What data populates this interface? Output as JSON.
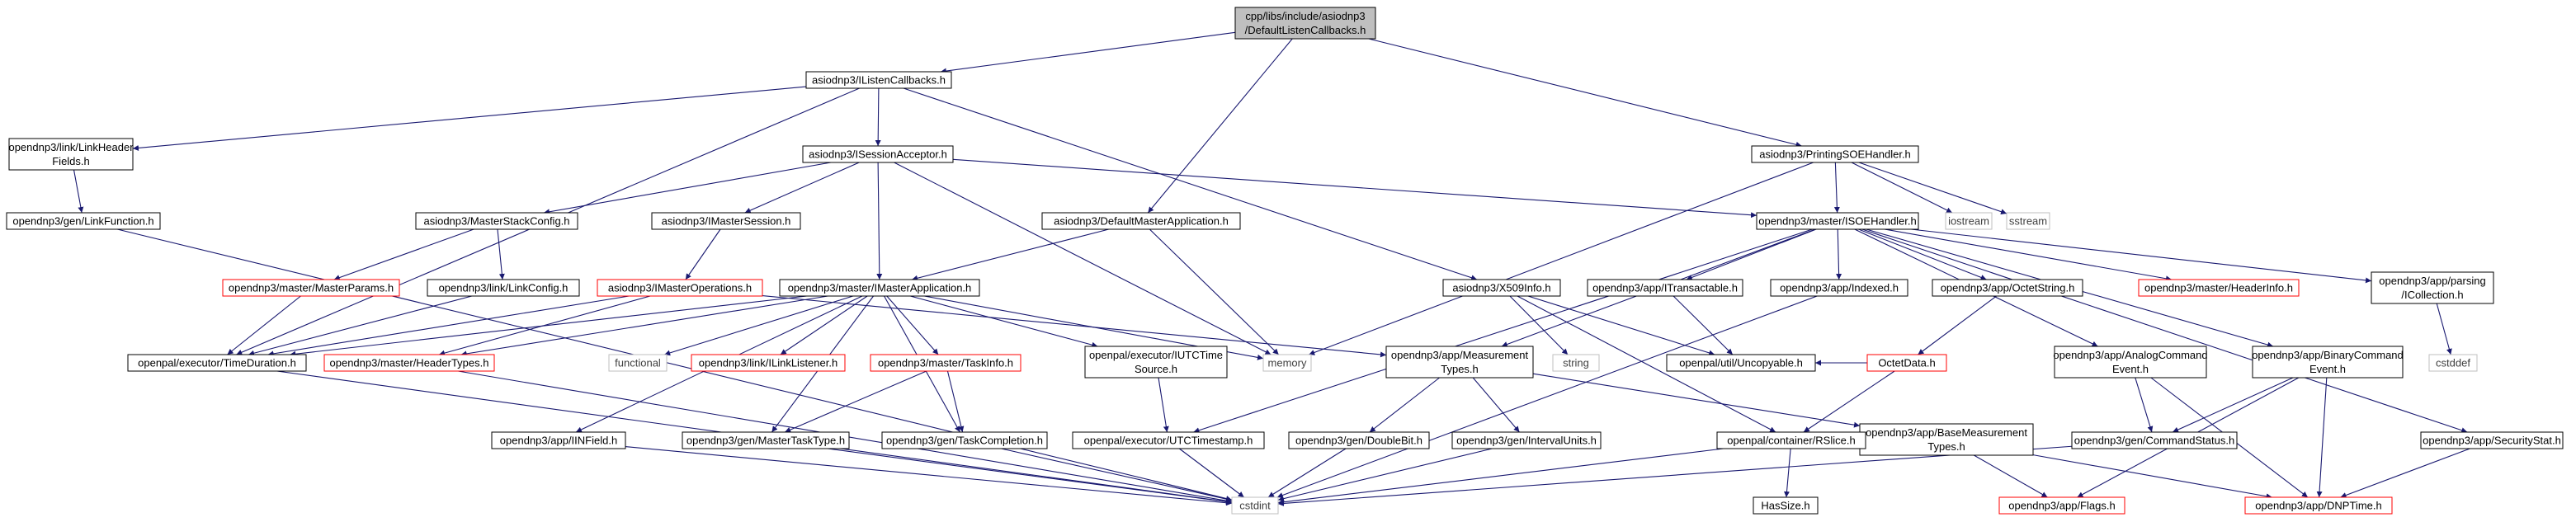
{
  "colors": {
    "background": "#ffffff",
    "edge": "#191970",
    "node_fill": "#ffffff",
    "root_fill": "#bfbfbf",
    "border_normal": "#000000",
    "border_missing": "#ff0000",
    "border_external": "#bfbfbf",
    "text_normal": "#000000",
    "text_external": "#404040"
  },
  "nodes": [
    {
      "id": "root",
      "lines": [
        "cpp/libs/include/asiodnp3",
        "/DefaultListenCallbacks.h"
      ],
      "style": "root"
    },
    {
      "id": "ilisten",
      "lines": [
        "asiodnp3/IListenCallbacks.h"
      ],
      "style": "normal"
    },
    {
      "id": "linkheader",
      "lines": [
        "opendnp3/link/LinkHeader",
        "Fields.h"
      ],
      "style": "normal"
    },
    {
      "id": "isession",
      "lines": [
        "asiodnp3/ISessionAcceptor.h"
      ],
      "style": "normal"
    },
    {
      "id": "printsoe",
      "lines": [
        "asiodnp3/PrintingSOEHandler.h"
      ],
      "style": "normal"
    },
    {
      "id": "linkfunc",
      "lines": [
        "opendnp3/gen/LinkFunction.h"
      ],
      "style": "normal"
    },
    {
      "id": "masterstack",
      "lines": [
        "asiodnp3/MasterStackConfig.h"
      ],
      "style": "normal"
    },
    {
      "id": "imastersession",
      "lines": [
        "asiodnp3/IMasterSession.h"
      ],
      "style": "normal"
    },
    {
      "id": "defmasterapp",
      "lines": [
        "asiodnp3/DefaultMasterApplication.h"
      ],
      "style": "normal"
    },
    {
      "id": "isoe",
      "lines": [
        "opendnp3/master/ISOEHandler.h"
      ],
      "style": "normal"
    },
    {
      "id": "iostream",
      "lines": [
        "iostream"
      ],
      "style": "external"
    },
    {
      "id": "sstream",
      "lines": [
        "sstream"
      ],
      "style": "external"
    },
    {
      "id": "masterparams",
      "lines": [
        "opendnp3/master/MasterParams.h"
      ],
      "style": "missing"
    },
    {
      "id": "linkconfig",
      "lines": [
        "opendnp3/link/LinkConfig.h"
      ],
      "style": "normal"
    },
    {
      "id": "imasterops",
      "lines": [
        "asiodnp3/IMasterOperations.h"
      ],
      "style": "missing"
    },
    {
      "id": "imasterapp",
      "lines": [
        "opendnp3/master/IMasterApplication.h"
      ],
      "style": "normal"
    },
    {
      "id": "x509",
      "lines": [
        "asiodnp3/X509Info.h"
      ],
      "style": "normal"
    },
    {
      "id": "itransact",
      "lines": [
        "opendnp3/app/ITransactable.h"
      ],
      "style": "normal"
    },
    {
      "id": "indexed",
      "lines": [
        "opendnp3/app/Indexed.h"
      ],
      "style": "normal"
    },
    {
      "id": "octetstring",
      "lines": [
        "opendnp3/app/OctetString.h"
      ],
      "style": "normal"
    },
    {
      "id": "headerinfo",
      "lines": [
        "opendnp3/master/HeaderInfo.h"
      ],
      "style": "missing"
    },
    {
      "id": "icollection",
      "lines": [
        "opendnp3/app/parsing",
        "/ICollection.h"
      ],
      "style": "normal"
    },
    {
      "id": "timeduration",
      "lines": [
        "openpal/executor/TimeDuration.h"
      ],
      "style": "normal"
    },
    {
      "id": "headertypes",
      "lines": [
        "opendnp3/master/HeaderTypes.h"
      ],
      "style": "missing"
    },
    {
      "id": "functional",
      "lines": [
        "functional"
      ],
      "style": "external"
    },
    {
      "id": "ilinklistener",
      "lines": [
        "opendnp3/link/ILinkListener.h"
      ],
      "style": "missing"
    },
    {
      "id": "taskinfo",
      "lines": [
        "opendnp3/master/TaskInfo.h"
      ],
      "style": "missing"
    },
    {
      "id": "iutctime",
      "lines": [
        "openpal/executor/IUTCTime",
        "Source.h"
      ],
      "style": "normal"
    },
    {
      "id": "memory",
      "lines": [
        "memory"
      ],
      "style": "external"
    },
    {
      "id": "measurement",
      "lines": [
        "opendnp3/app/Measurement",
        "Types.h"
      ],
      "style": "normal"
    },
    {
      "id": "string",
      "lines": [
        "string"
      ],
      "style": "external"
    },
    {
      "id": "uncopyable",
      "lines": [
        "openpal/util/Uncopyable.h"
      ],
      "style": "normal"
    },
    {
      "id": "octetdata",
      "lines": [
        "OctetData.h"
      ],
      "style": "missing"
    },
    {
      "id": "analogcmd",
      "lines": [
        "opendnp3/app/AnalogCommand",
        "Event.h"
      ],
      "style": "normal"
    },
    {
      "id": "binarycmd",
      "lines": [
        "opendnp3/app/BinaryCommand",
        "Event.h"
      ],
      "style": "normal"
    },
    {
      "id": "cstddef",
      "lines": [
        "cstddef"
      ],
      "style": "external"
    },
    {
      "id": "iinfield",
      "lines": [
        "opendnp3/app/IINField.h"
      ],
      "style": "normal"
    },
    {
      "id": "mastertasktype",
      "lines": [
        "opendnp3/gen/MasterTaskType.h"
      ],
      "style": "normal"
    },
    {
      "id": "taskcompletion",
      "lines": [
        "opendnp3/gen/TaskCompletion.h"
      ],
      "style": "normal"
    },
    {
      "id": "utctimestamp",
      "lines": [
        "openpal/executor/UTCTimestamp.h"
      ],
      "style": "normal"
    },
    {
      "id": "doublebit",
      "lines": [
        "opendnp3/gen/DoubleBit.h"
      ],
      "style": "normal"
    },
    {
      "id": "intervalunits",
      "lines": [
        "opendnp3/gen/IntervalUnits.h"
      ],
      "style": "normal"
    },
    {
      "id": "basemeasurement",
      "lines": [
        "opendnp3/app/BaseMeasurement",
        "Types.h"
      ],
      "style": "normal"
    },
    {
      "id": "rslice",
      "lines": [
        "openpal/container/RSlice.h"
      ],
      "style": "normal"
    },
    {
      "id": "commandstatus",
      "lines": [
        "opendnp3/gen/CommandStatus.h"
      ],
      "style": "normal"
    },
    {
      "id": "securitystat",
      "lines": [
        "opendnp3/app/SecurityStat.h"
      ],
      "style": "normal"
    },
    {
      "id": "cstdint",
      "lines": [
        "cstdint"
      ],
      "style": "external"
    },
    {
      "id": "flags",
      "lines": [
        "opendnp3/app/Flags.h"
      ],
      "style": "missing"
    },
    {
      "id": "dnptime",
      "lines": [
        "opendnp3/app/DNPTime.h"
      ],
      "style": "missing"
    },
    {
      "id": "hassize",
      "lines": [
        "HasSize.h"
      ],
      "style": "normal"
    }
  ],
  "edges": [
    [
      "root",
      "ilisten"
    ],
    [
      "root",
      "defmasterapp"
    ],
    [
      "root",
      "printsoe"
    ],
    [
      "ilisten",
      "linkheader"
    ],
    [
      "ilisten",
      "isession"
    ],
    [
      "ilisten",
      "x509"
    ],
    [
      "ilisten",
      "timeduration"
    ],
    [
      "linkheader",
      "linkfunc"
    ],
    [
      "linkfunc",
      "cstdint"
    ],
    [
      "isession",
      "masterstack"
    ],
    [
      "isession",
      "imastersession"
    ],
    [
      "isession",
      "imasterapp"
    ],
    [
      "isession",
      "memory"
    ],
    [
      "isession",
      "isoe"
    ],
    [
      "masterstack",
      "masterparams"
    ],
    [
      "masterstack",
      "linkconfig"
    ],
    [
      "masterparams",
      "timeduration"
    ],
    [
      "linkconfig",
      "timeduration"
    ],
    [
      "imastersession",
      "imasterops"
    ],
    [
      "imasterops",
      "timeduration"
    ],
    [
      "imasterops",
      "headertypes"
    ],
    [
      "imasterops",
      "measurement"
    ],
    [
      "defmasterapp",
      "imasterapp"
    ],
    [
      "defmasterapp",
      "memory"
    ],
    [
      "imasterapp",
      "timeduration"
    ],
    [
      "imasterapp",
      "headertypes"
    ],
    [
      "imasterapp",
      "functional"
    ],
    [
      "imasterapp",
      "ilinklistener"
    ],
    [
      "imasterapp",
      "taskinfo"
    ],
    [
      "imasterapp",
      "iutctime"
    ],
    [
      "imasterapp",
      "memory"
    ],
    [
      "imasterapp",
      "iinfield"
    ],
    [
      "imasterapp",
      "mastertasktype"
    ],
    [
      "imasterapp",
      "taskcompletion"
    ],
    [
      "printsoe",
      "isoe"
    ],
    [
      "printsoe",
      "iostream"
    ],
    [
      "printsoe",
      "sstream"
    ],
    [
      "printsoe",
      "memory"
    ],
    [
      "isoe",
      "itransact"
    ],
    [
      "isoe",
      "indexed"
    ],
    [
      "isoe",
      "octetstring"
    ],
    [
      "isoe",
      "headerinfo"
    ],
    [
      "isoe",
      "icollection"
    ],
    [
      "isoe",
      "measurement"
    ],
    [
      "isoe",
      "analogcmd"
    ],
    [
      "isoe",
      "binarycmd"
    ],
    [
      "isoe",
      "securitystat"
    ],
    [
      "isoe",
      "utctimestamp"
    ],
    [
      "x509",
      "string"
    ],
    [
      "x509",
      "uncopyable"
    ],
    [
      "x509",
      "rslice"
    ],
    [
      "itransact",
      "uncopyable"
    ],
    [
      "indexed",
      "cstdint"
    ],
    [
      "octetstring",
      "octetdata"
    ],
    [
      "octetdata",
      "uncopyable"
    ],
    [
      "octetdata",
      "rslice"
    ],
    [
      "icollection",
      "cstddef"
    ],
    [
      "timeduration",
      "cstdint"
    ],
    [
      "headertypes",
      "cstdint"
    ],
    [
      "taskinfo",
      "mastertasktype"
    ],
    [
      "taskinfo",
      "taskcompletion"
    ],
    [
      "iutctime",
      "utctimestamp"
    ],
    [
      "measurement",
      "doublebit"
    ],
    [
      "measurement",
      "intervalunits"
    ],
    [
      "measurement",
      "basemeasurement"
    ],
    [
      "analogcmd",
      "commandstatus"
    ],
    [
      "analogcmd",
      "dnptime"
    ],
    [
      "binarycmd",
      "commandstatus"
    ],
    [
      "binarycmd",
      "flags"
    ],
    [
      "binarycmd",
      "dnptime"
    ],
    [
      "iinfield",
      "cstdint"
    ],
    [
      "mastertasktype",
      "cstdint"
    ],
    [
      "taskcompletion",
      "cstdint"
    ],
    [
      "utctimestamp",
      "cstdint"
    ],
    [
      "doublebit",
      "cstdint"
    ],
    [
      "intervalunits",
      "cstdint"
    ],
    [
      "basemeasurement",
      "flags"
    ],
    [
      "basemeasurement",
      "dnptime"
    ],
    [
      "rslice",
      "cstdint"
    ],
    [
      "rslice",
      "hassize"
    ],
    [
      "commandstatus",
      "cstdint"
    ],
    [
      "securitystat",
      "dnptime"
    ]
  ]
}
